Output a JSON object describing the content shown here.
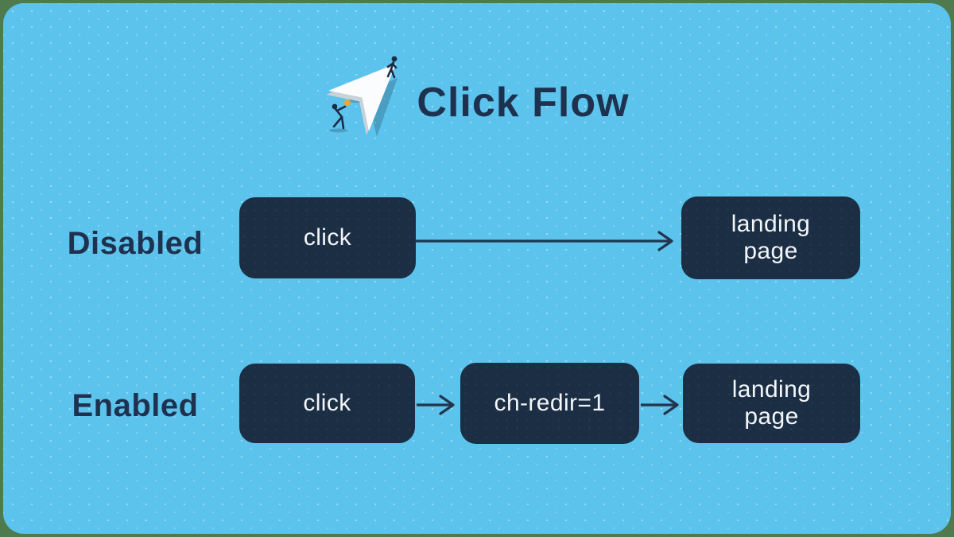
{
  "header": {
    "title": "Click Flow",
    "icon": "isometric-cursor-arrow-with-figures"
  },
  "flows": [
    {
      "label": "Disabled",
      "steps": [
        {
          "label": "click"
        },
        {
          "label": "landing page"
        }
      ]
    },
    {
      "label": "Enabled",
      "steps": [
        {
          "label": "click"
        },
        {
          "label": "ch-redir=1"
        },
        {
          "label": "landing page"
        }
      ]
    }
  ],
  "colors": {
    "frame_green": "#4f7a4d",
    "panel_blue": "#5cc3ec",
    "node_navy": "#1c2e44",
    "ink_navy": "#1e3250",
    "arrow_navy": "#22354e",
    "text_light": "#f2f6f9",
    "accent_orange": "#e2a93b"
  }
}
